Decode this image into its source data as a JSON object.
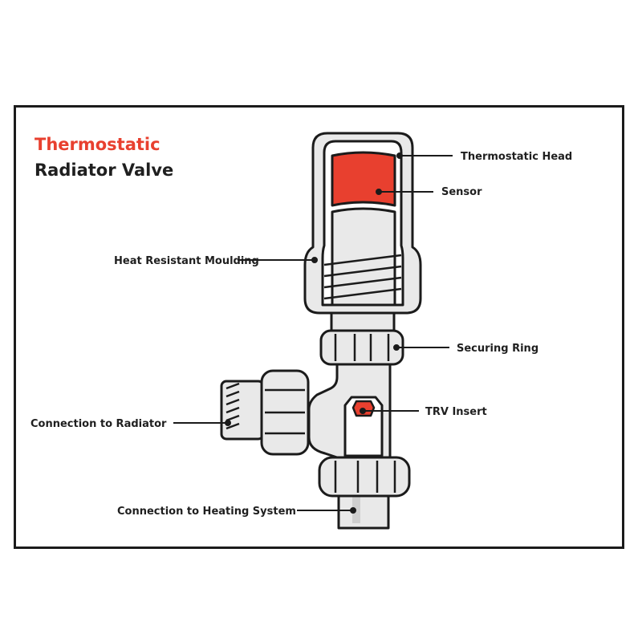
{
  "title": {
    "line1": "Thermostatic",
    "line2": "Radiator Valve"
  },
  "labels": {
    "thermostatic_head": "Thermostatic Head",
    "sensor": "Sensor",
    "heat_resistant_moulding": "Heat Resistant Moulding",
    "securing_ring": "Securing Ring",
    "trv_insert": "TRV Insert",
    "connection_to_radiator": "Connection to Radiator",
    "connection_to_heating_system": "Connection to Heating System"
  },
  "colors": {
    "accent": "#e8402f",
    "outline": "#1b1b1b",
    "body_fill": "#e9e9e9",
    "text": "#1f1f1f"
  }
}
